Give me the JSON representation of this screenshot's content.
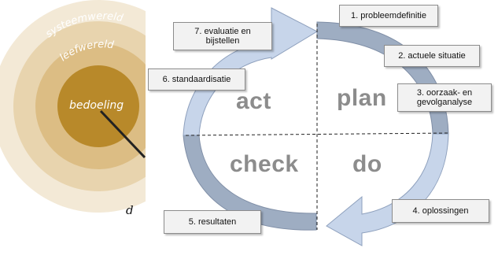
{
  "rings": {
    "outer_label": "systeemwereld",
    "middle_label": "leefwereld",
    "inner_label": "bedoeling",
    "partial_label": "d"
  },
  "quadrants": {
    "act": "act",
    "plan": "plan",
    "check": "check",
    "do": "do"
  },
  "steps": [
    {
      "label": "1. probleemdefinitie"
    },
    {
      "label": "2. actuele situatie"
    },
    {
      "label": "3. oorzaak- en gevolganalyse"
    },
    {
      "label": "4. oplossingen"
    },
    {
      "label": "5. resultaten"
    },
    {
      "label": "6. standaardisatie"
    },
    {
      "label": "7. evaluatie en bijstellen"
    }
  ],
  "colors": {
    "ring_outer": "#f3e9d6",
    "ring_2": "#e8d4ae",
    "ring_3": "#dcbd84",
    "ring_inner": "#b8892a",
    "cycle_dark": "#9eadc2",
    "cycle_light": "#c7d5ea",
    "quadrant_text": "#8c8c8c"
  }
}
